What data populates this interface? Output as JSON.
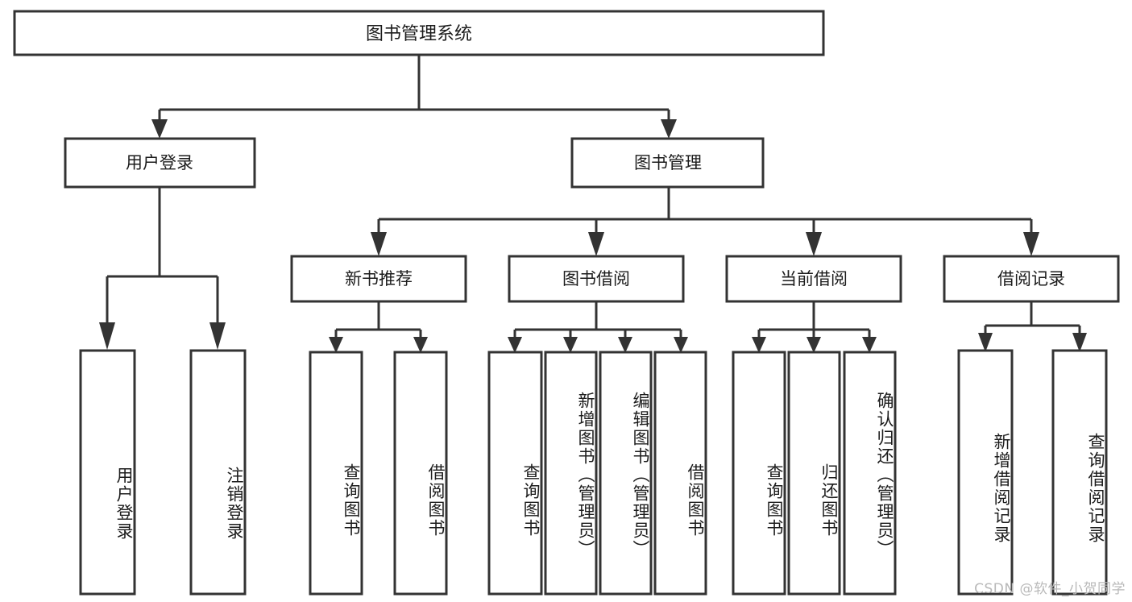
{
  "diagram": {
    "title": "图书管理系统",
    "type": "tree-hierarchy",
    "watermark": "CSDN @软件_小贺同学",
    "colors": {
      "stroke": "#333333",
      "fill": "#ffffff",
      "text": "#1c1c1c",
      "watermark": "#b9b9b9"
    },
    "root": {
      "label": "图书管理系统"
    },
    "level2": [
      {
        "label": "用户登录"
      },
      {
        "label": "图书管理"
      }
    ],
    "level3": [
      {
        "label": "新书推荐"
      },
      {
        "label": "图书借阅"
      },
      {
        "label": "当前借阅"
      },
      {
        "label": "借阅记录"
      }
    ],
    "leaves": {
      "user_login": [
        {
          "label": "用户登录"
        },
        {
          "label": "注销登录"
        }
      ],
      "new_book": [
        {
          "label": "查询图书"
        },
        {
          "label": "借阅图书"
        }
      ],
      "book_borrow": [
        {
          "label": "查询图书"
        },
        {
          "label": "新增图书（管理员）"
        },
        {
          "label": "编辑图书（管理员）"
        },
        {
          "label": "借阅图书"
        }
      ],
      "current_borrow": [
        {
          "label": "查询图书"
        },
        {
          "label": "归还图书"
        },
        {
          "label": "确认归还（管理员）"
        }
      ],
      "borrow_record": [
        {
          "label": "新增借阅记录"
        },
        {
          "label": "查询借阅记录"
        }
      ]
    }
  }
}
